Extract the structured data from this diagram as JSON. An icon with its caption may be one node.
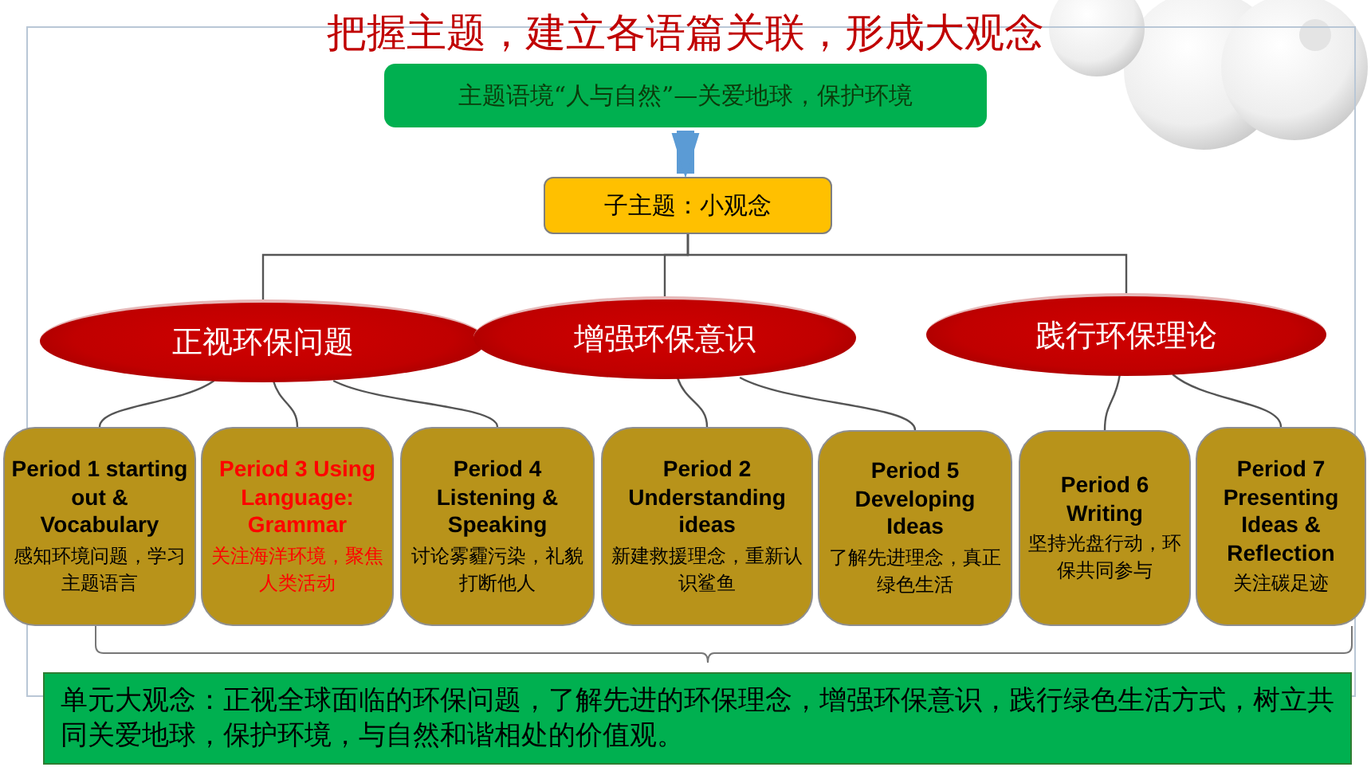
{
  "diagram": {
    "title": "把握主题，建立各语篇关联，形成大观念",
    "nodes": [
      {
        "text": [
          "主题语境“人与自然”—关爱地球，保护环境"
        ]
      },
      {
        "text": [
          "子主题：小观念"
        ]
      },
      {
        "text": [
          "正视环保问题"
        ]
      },
      {
        "text": [
          "增强环保意识"
        ]
      },
      {
        "text": [
          "践行环保理论"
        ]
      },
      {
        "text": [
          "Period 1 starting out & Vocabulary",
          "感知环境问题，学习主题语言"
        ]
      },
      {
        "text": [
          "Period 3 Using Language: Grammar",
          "关注海洋环境，聚焦人类活动"
        ]
      },
      {
        "text": [
          "Period 4 Listening & Speaking",
          "讨论雾霾污染，礼貌打断他人"
        ]
      },
      {
        "text": [
          "Period 2 Understanding ideas",
          "新建救援理念，重新认识鲨鱼"
        ]
      },
      {
        "text": [
          "Period 5 Developing Ideas",
          "了解先进理念，真正绿色生活"
        ]
      },
      {
        "text": [
          "Period 6 Writing",
          "坚持光盘行动，环保共同参与"
        ]
      },
      {
        "text": [
          "Period 7 Presenting Ideas & Reflection",
          "关注碳足迹"
        ]
      },
      {
        "text": [
          "单元大观念：正视全球面临的环保问题，了解先进的环保理念，增强环保意识，践行绿色生活方式，树立共同关爱地球，保护环境，与自然和谐相处的价值观。"
        ]
      }
    ],
    "edges": [
      {
        "from": 0,
        "to": 1,
        "arrow": "to",
        "style": "thick",
        "color": "#5b9bd5"
      },
      {
        "from": 1,
        "to": 2,
        "arrow": "none"
      },
      {
        "from": 1,
        "to": 3,
        "arrow": "none"
      },
      {
        "from": 1,
        "to": 4,
        "arrow": "none"
      },
      {
        "from": 2,
        "to": 5,
        "arrow": "none"
      },
      {
        "from": 2,
        "to": 6,
        "arrow": "none"
      },
      {
        "from": 2,
        "to": 7,
        "arrow": "none"
      },
      {
        "from": 3,
        "to": 8,
        "arrow": "none"
      },
      {
        "from": 3,
        "to": 9,
        "arrow": "none"
      },
      {
        "from": 4,
        "to": 10,
        "arrow": "none"
      },
      {
        "from": 4,
        "to": 11,
        "arrow": "none"
      }
    ]
  }
}
